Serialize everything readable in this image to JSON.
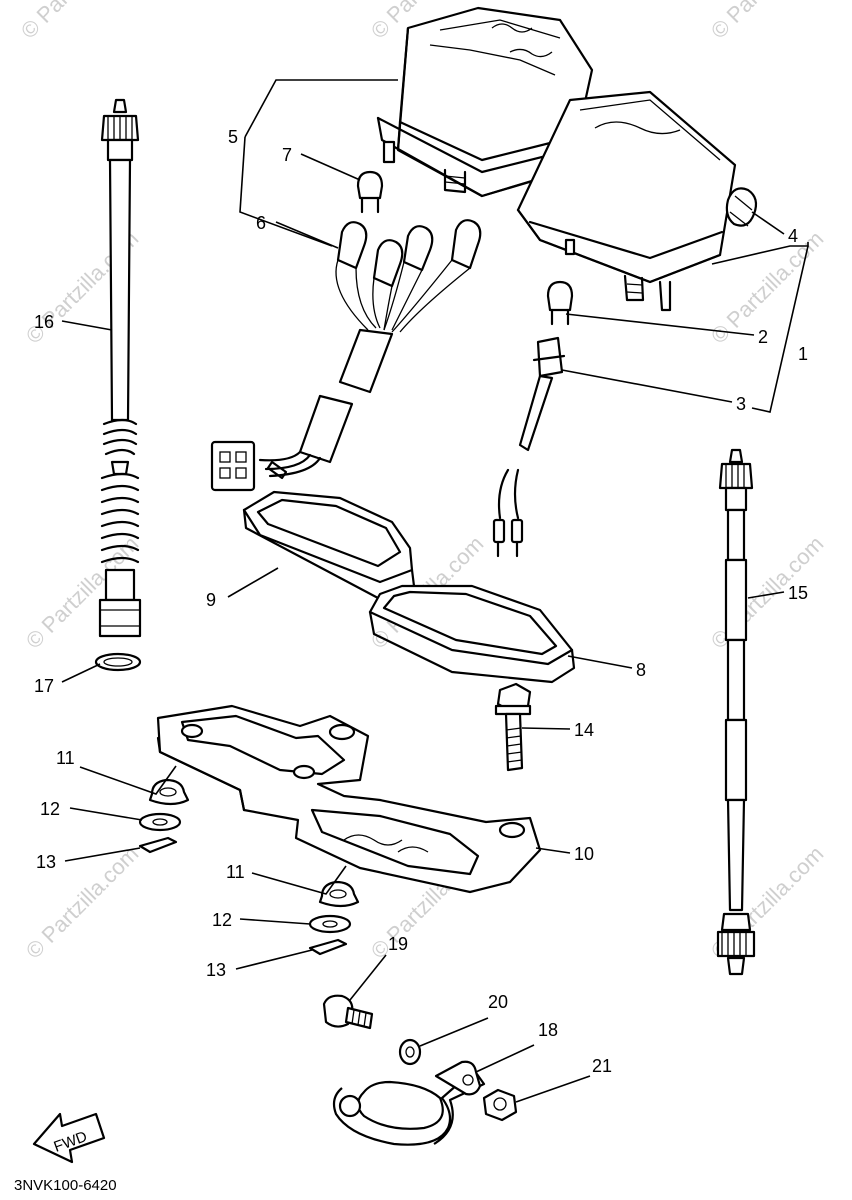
{
  "diagram": {
    "code": "3NVK100-6420",
    "fwd_label": "FWD",
    "watermark": "© Partzilla.com",
    "callouts": [
      {
        "id": "1",
        "label": "1"
      },
      {
        "id": "2",
        "label": "2"
      },
      {
        "id": "3",
        "label": "3"
      },
      {
        "id": "4",
        "label": "4"
      },
      {
        "id": "5",
        "label": "5"
      },
      {
        "id": "6",
        "label": "6"
      },
      {
        "id": "7",
        "label": "7"
      },
      {
        "id": "8",
        "label": "8"
      },
      {
        "id": "9",
        "label": "9"
      },
      {
        "id": "10",
        "label": "10"
      },
      {
        "id": "11a",
        "label": "11"
      },
      {
        "id": "11b",
        "label": "11"
      },
      {
        "id": "12a",
        "label": "12"
      },
      {
        "id": "12b",
        "label": "12"
      },
      {
        "id": "13a",
        "label": "13"
      },
      {
        "id": "13b",
        "label": "13"
      },
      {
        "id": "14",
        "label": "14"
      },
      {
        "id": "15",
        "label": "15"
      },
      {
        "id": "16",
        "label": "16"
      },
      {
        "id": "17",
        "label": "17"
      },
      {
        "id": "18",
        "label": "18"
      },
      {
        "id": "19",
        "label": "19"
      },
      {
        "id": "20",
        "label": "20"
      },
      {
        "id": "21",
        "label": "21"
      }
    ]
  }
}
